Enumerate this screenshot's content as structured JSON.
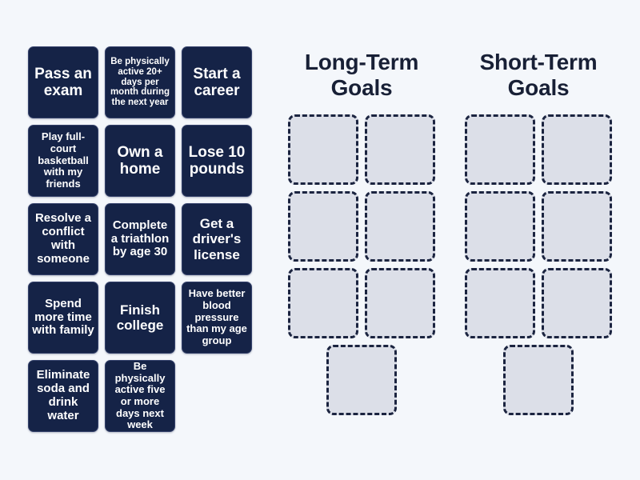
{
  "activity": {
    "type": "drag-and-drop-sorting",
    "background_color": "#f4f7fb",
    "tile_color": "#152347",
    "tile_text_color": "#ffffff",
    "dropzone_fill_color": "#dcdfe8",
    "dropzone_border_color": "#1b2440",
    "heading_color": "#182036"
  },
  "tiles": [
    {
      "id": "tile-1",
      "label": "Pass an exam"
    },
    {
      "id": "tile-2",
      "label": "Be physically active 20+ days per month during the next year"
    },
    {
      "id": "tile-3",
      "label": "Start a career"
    },
    {
      "id": "tile-4",
      "label": "Play full-court basketball with my friends"
    },
    {
      "id": "tile-5",
      "label": "Own a home"
    },
    {
      "id": "tile-6",
      "label": "Lose 10 pounds"
    },
    {
      "id": "tile-7",
      "label": "Resolve a conflict with someone"
    },
    {
      "id": "tile-8",
      "label": "Complete a triathlon by age 30"
    },
    {
      "id": "tile-9",
      "label": "Get a driver's license"
    },
    {
      "id": "tile-10",
      "label": "Spend more time with family"
    },
    {
      "id": "tile-11",
      "label": "Finish college"
    },
    {
      "id": "tile-12",
      "label": "Have better blood pressure than my age group"
    },
    {
      "id": "tile-13",
      "label": "Eliminate soda and drink water"
    },
    {
      "id": "tile-14",
      "label": "Be physically active five or more days next week"
    }
  ],
  "groups": [
    {
      "id": "long-term",
      "title": "Long-Term Goals",
      "slot_count": 7,
      "slots": [
        "",
        "",
        "",
        "",
        "",
        "",
        ""
      ]
    },
    {
      "id": "short-term",
      "title": "Short-Term Goals",
      "slot_count": 7,
      "slots": [
        "",
        "",
        "",
        "",
        "",
        "",
        ""
      ]
    }
  ]
}
